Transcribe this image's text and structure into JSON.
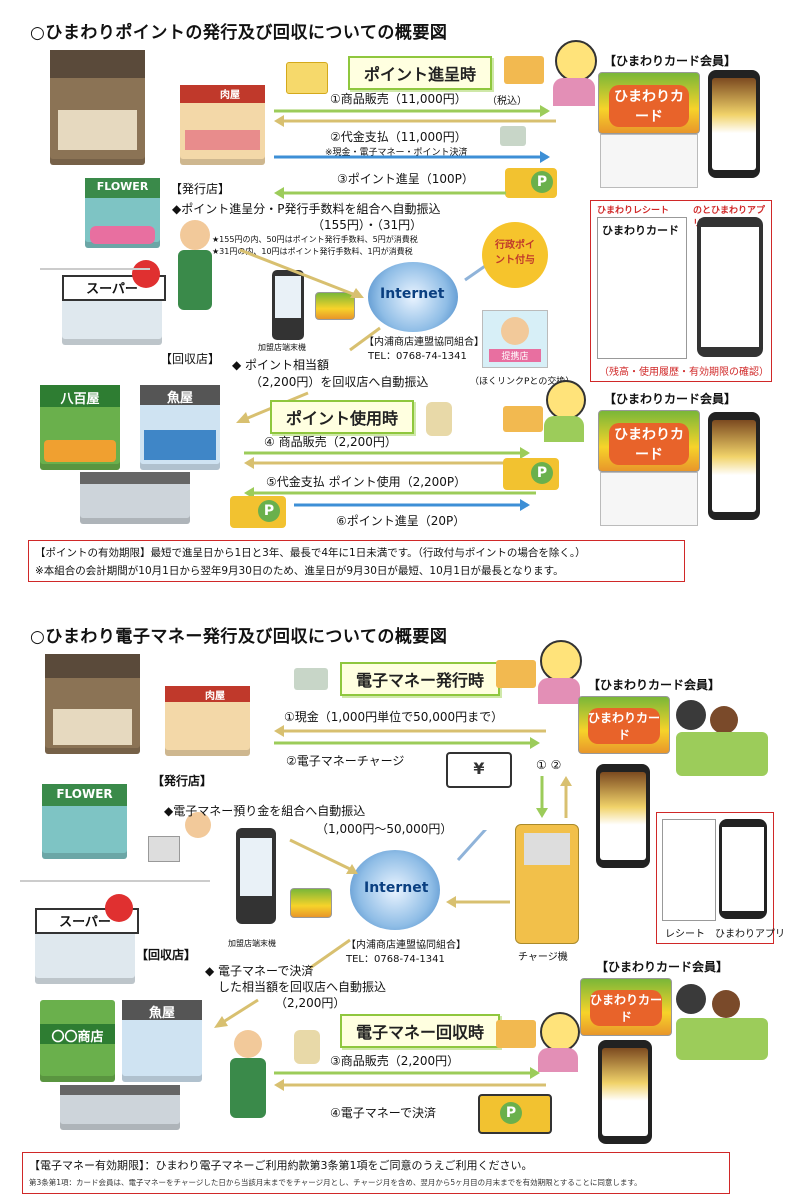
{
  "section1": {
    "title": "○ひまわりポイントの発行及び回収についての概要図",
    "badge_issue": "ポイント進呈時",
    "member_label": "【ひまわりカード会員】",
    "step1": "①商品販売（11,000円）",
    "step1_tax": "（税込）",
    "step2": "②代金支払（11,000円）",
    "step2_note": "※現金・電子マネー・ポイント決済",
    "step3": "③ポイント進呈（100P）",
    "issuer_label": "【発行店】",
    "issuer_desc": "◆ポイント進呈分・P発行手数料を組合へ自動振込",
    "issuer_amounts": "（155円）・（31円）",
    "issuer_note1": "★155円の内、50円はポイント発行手数料、5円が消費税",
    "issuer_note2": "★31円の内、10円はポイント発行手数料、1円が消費税",
    "terminal_label": "加盟店端末機",
    "internet": "Internet",
    "union_name": "【内浦商店連盟協同組合】",
    "union_tel": "TEL：0768-74-1341",
    "gov_badge": "行政ポイント付与",
    "partner_badge": "提携店",
    "partner_note": "（ほくリンクPとの交換）",
    "collector_label": "【回収店】",
    "collector_desc": "◆ ポイント相当額",
    "collector_amount": "（2,200円）を回収店へ自動振込",
    "badge_use": "ポイント使用時",
    "step4": "④ 商品販売（2,200円）",
    "step5": "⑤代金支払 ポイント使用（2,200P）",
    "step6": "⑥ポイント進呈（20P）",
    "receipt_title": "ひまわりレシート",
    "app_title": "のとひまわりアプリ",
    "receipt_caption": "（残高・使用履歴・有効期限の確認）",
    "card_name": "ひまわりカード",
    "expiry_line1": "【ポイントの有効期限】最短で進呈日から1日と3年、最長で4年に1日未満です。（行政付与ポイントの場合を除く。）",
    "expiry_line2": "※本組合の会計期間が10月1日から翌年9月30日のため、進呈日が9月30日が最短、10月1日が最長となります。"
  },
  "section2": {
    "title": "○ひまわり電子マネー発行及び回収についての概要図",
    "badge_issue": "電子マネー発行時",
    "member_label": "【ひまわりカード会員】",
    "step1": "①現金（1,000円単位で50,000円まで）",
    "step2": "②電子マネーチャージ",
    "circle_nums": "①  ②",
    "issuer_label": "【発行店】",
    "issuer_desc": "◆電子マネー預り金を組合へ自動振込",
    "issuer_amount": "（1,000円～50,000円）",
    "terminal_label": "加盟店端末機",
    "internet": "Internet",
    "union_name": "【内浦商店連盟協同組合】",
    "union_tel": "TEL：0768-74-1341",
    "charger_label": "チャージ機",
    "receipt_caption": "レシート",
    "app_caption": "ひまわりアプリ",
    "collector_label": "【回収店】",
    "collector_desc1": "◆ 電子マネーで決済",
    "collector_desc2": "した相当額を回収店へ自動振込",
    "collector_amount": "（2,200円）",
    "badge_use": "電子マネー回収時",
    "step3": "③商品販売（2,200円）",
    "step4": "④電子マネーで決済",
    "card_name": "ひまわりカード",
    "expiry_line1": "【電子マネー有効期限】：ひまわり電子マネーご利用約款第3条第1項をご同意のうえご利用ください。",
    "expiry_line2": "第3条第1項：カード会員は、電子マネーをチャージした日から当該月末までをチャージ月とし、チャージ月を含め、翌月から5ヶ月目の月末までを有効期限とすることに同意します。"
  },
  "shops": {
    "flower": "FLOWER",
    "super": "スーパー",
    "yaoya": "八百屋",
    "sakanaya": "魚屋",
    "nikuya": "肉屋",
    "marumaru": "〇〇商店"
  },
  "colors": {
    "arrow_green": "#9ccc5a",
    "arrow_blue": "#3d8fd6",
    "arrow_olive": "#d8c070",
    "red": "#d02828"
  }
}
